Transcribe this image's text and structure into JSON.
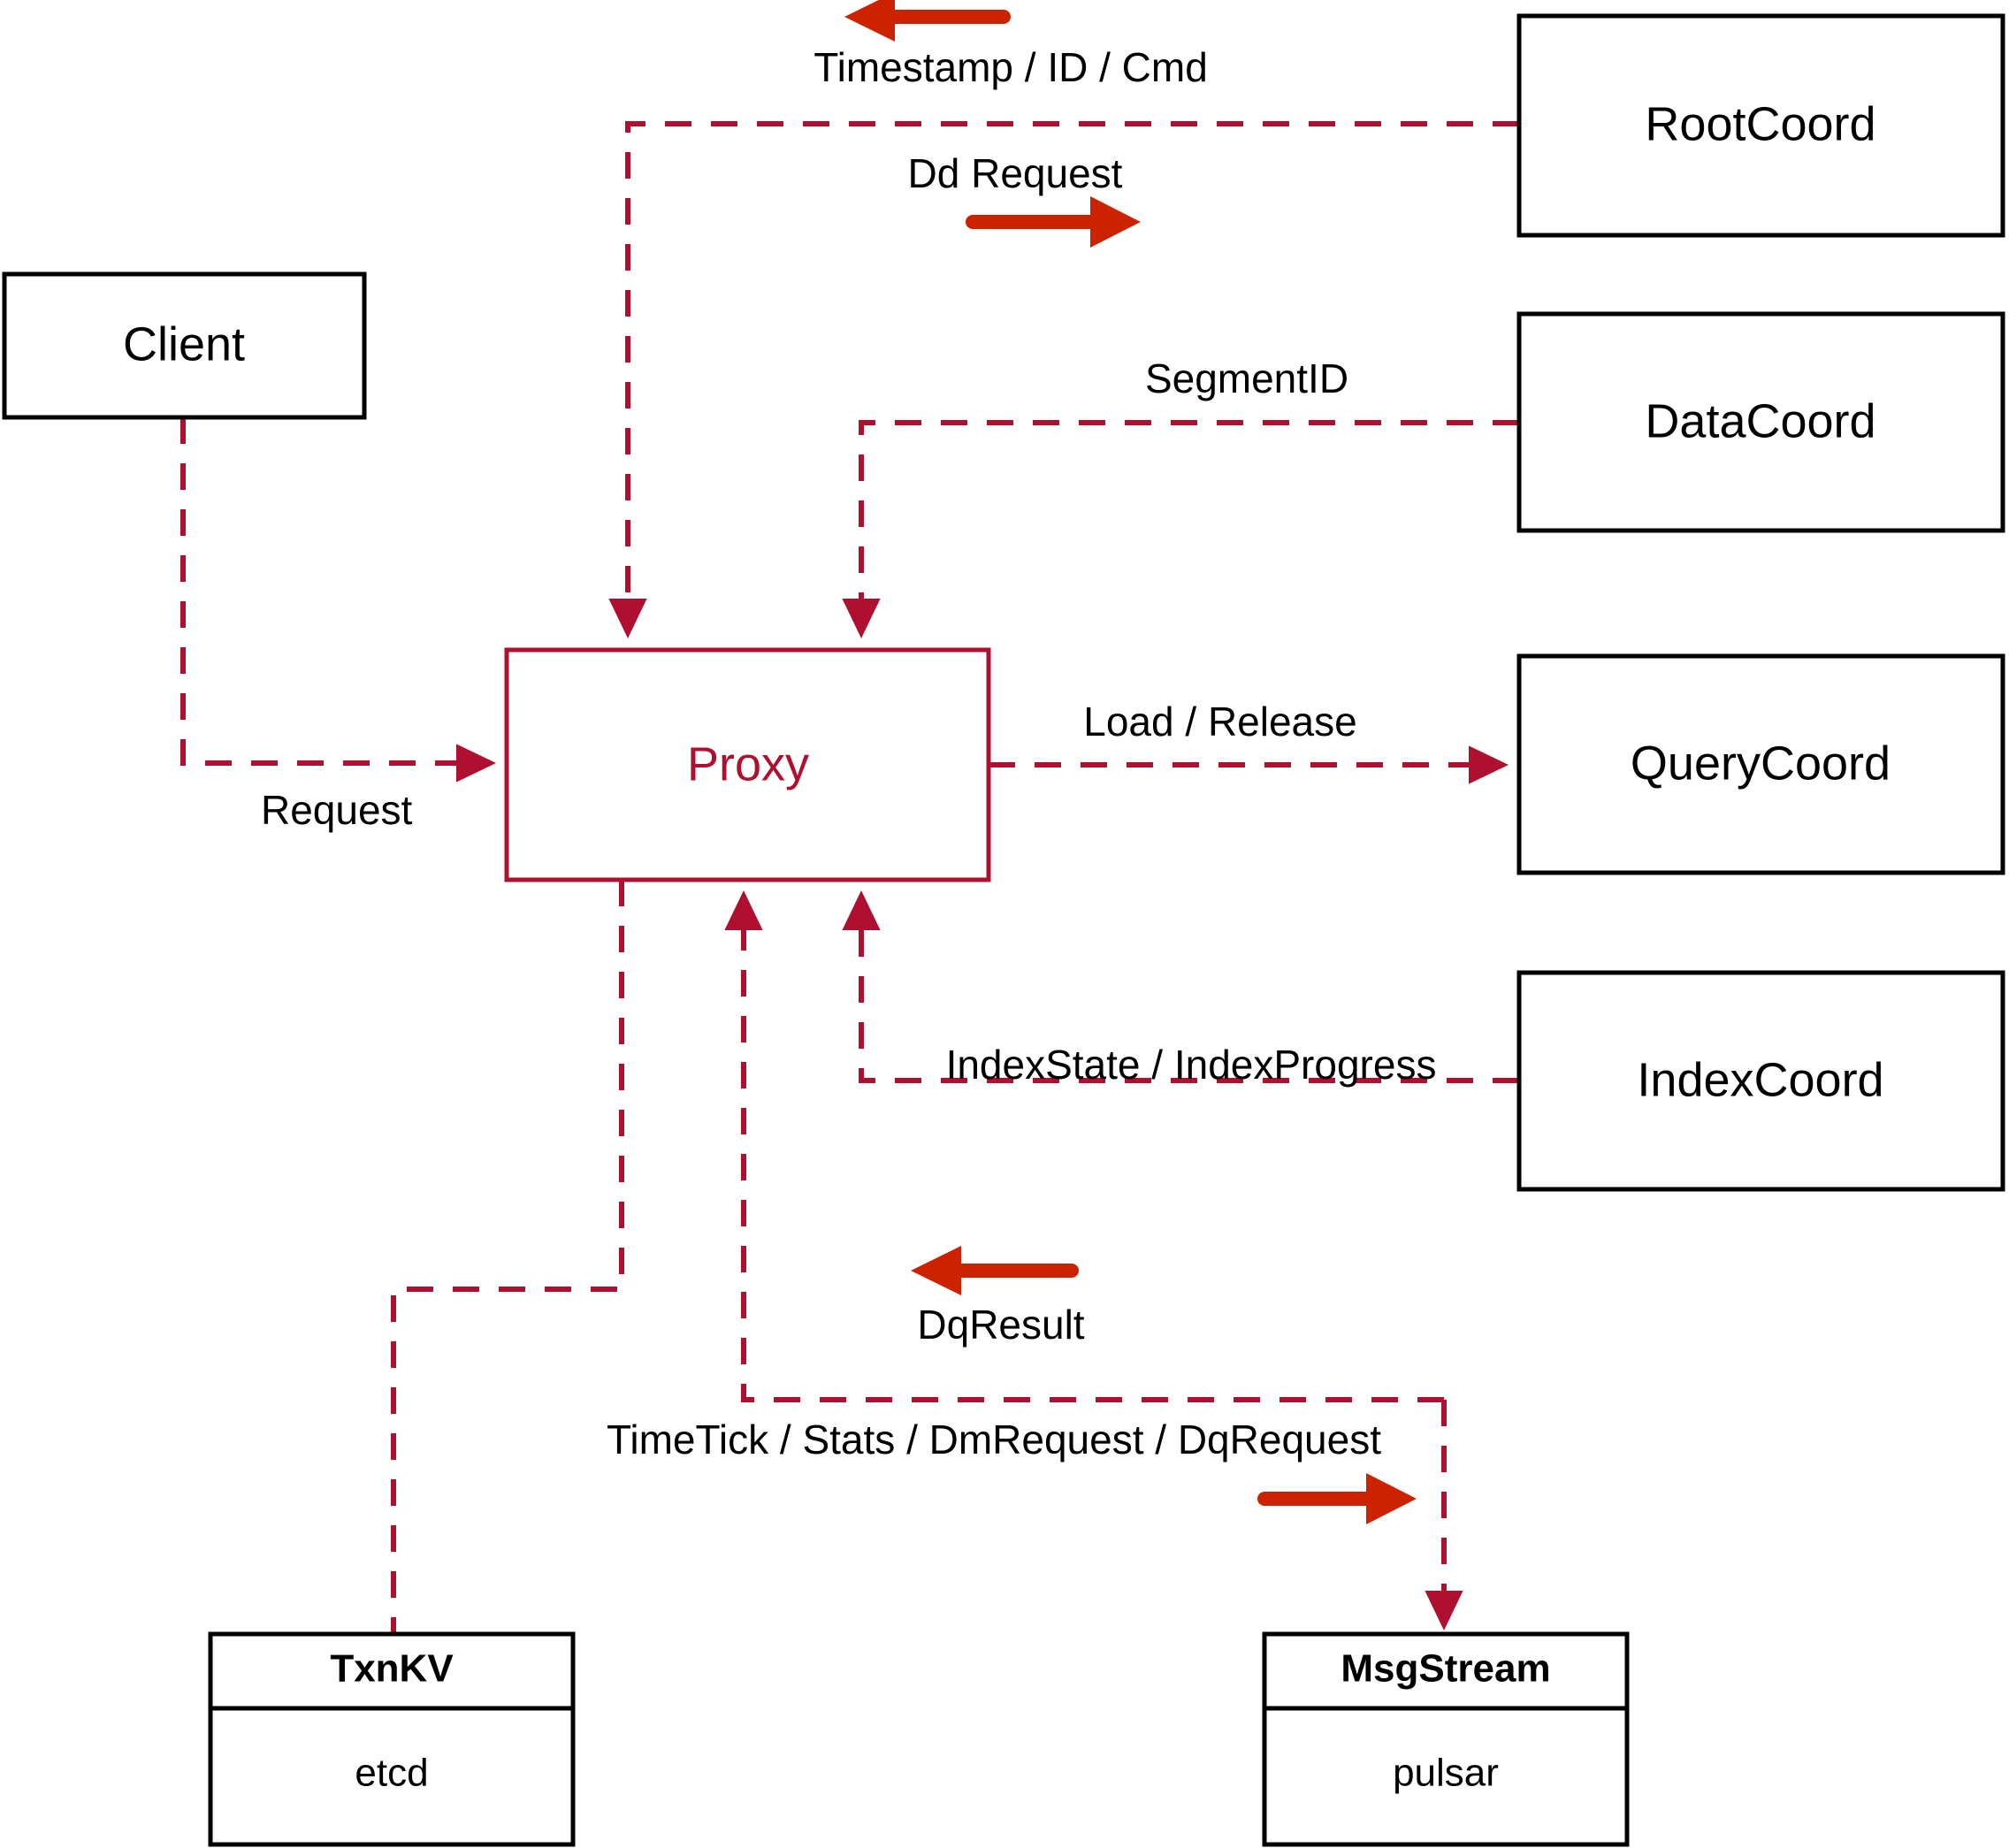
{
  "diagram": {
    "title": "Milvus Proxy Architecture",
    "colors": {
      "accent": "#b01030",
      "arrow": "#cc2200",
      "node_stroke": "#000000",
      "background": "#ffffff"
    },
    "nodes": [
      {
        "id": "client",
        "label": "Client",
        "style": "plain"
      },
      {
        "id": "proxy",
        "label": "Proxy",
        "style": "accent"
      },
      {
        "id": "rootcoord",
        "label": "RootCoord",
        "style": "plain"
      },
      {
        "id": "datacoord",
        "label": "DataCoord",
        "style": "plain"
      },
      {
        "id": "querycoord",
        "label": "QueryCoord",
        "style": "plain"
      },
      {
        "id": "indexcoord",
        "label": "IndexCoord",
        "style": "plain"
      },
      {
        "id": "txnkv",
        "label": "TxnKV",
        "sublabel": "etcd",
        "style": "split"
      },
      {
        "id": "msgstream",
        "label": "MsgStream",
        "sublabel": "pulsar",
        "style": "split"
      }
    ],
    "edges": [
      {
        "id": "e-client-proxy",
        "label": "Request",
        "from": "client",
        "to": "proxy"
      },
      {
        "id": "e-proxy-rootcoord",
        "label": "Dd Request",
        "from": "proxy",
        "to": "rootcoord"
      },
      {
        "id": "e-rootcoord-proxy",
        "label": "Timestamp / ID / Cmd",
        "from": "rootcoord",
        "to": "proxy"
      },
      {
        "id": "e-datacoord-proxy",
        "label": "SegmentID",
        "from": "datacoord",
        "to": "proxy"
      },
      {
        "id": "e-proxy-querycoord",
        "label": "Load / Release",
        "from": "proxy",
        "to": "querycoord"
      },
      {
        "id": "e-indexcoord-proxy",
        "label": "IndexState / IndexProgress",
        "from": "indexcoord",
        "to": "proxy"
      },
      {
        "id": "e-msgstream-proxy",
        "label": "DqResult",
        "from": "msgstream",
        "to": "proxy"
      },
      {
        "id": "e-proxy-msgstream",
        "label": "TimeTick / Stats / DmRequest / DqRequest",
        "from": "proxy",
        "to": "msgstream"
      },
      {
        "id": "e-proxy-txnkv",
        "label": "",
        "from": "proxy",
        "to": "txnkv"
      }
    ]
  }
}
